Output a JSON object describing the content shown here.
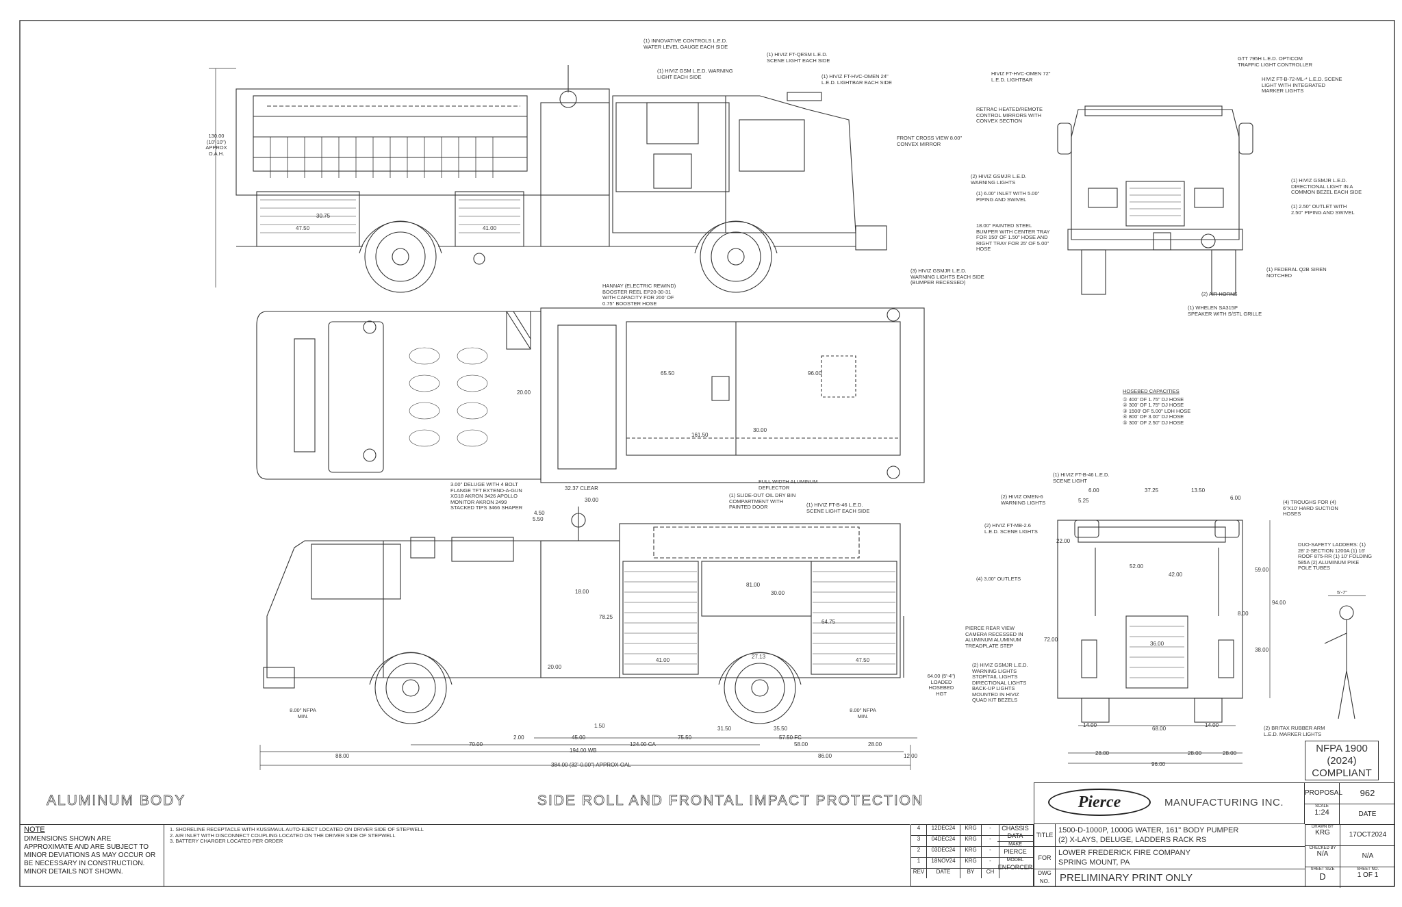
{
  "callouts": {
    "water_gauge": "(1) INNOVATIVE CONTROLS L.E.D. WATER LEVEL GAUGE EACH SIDE",
    "warning_gsm": "(1) HIVIZ GSM L.E.D. WARNING LIGHT EACH SIDE",
    "scene_light_qesm": "(1) HIVIZ FT-QESM L.E.D. SCENE LIGHT EACH SIDE",
    "lightbar_24": "(1) HIVIZ FT-HVC-OMEN 24\" L.E.D. LIGHTBAR EACH SIDE",
    "front_mirror": "FRONT CROSS VIEW 8.00\" CONVEX MIRROR",
    "bumper_lights": "(3) HIVIZ GSMJR L.E.D. WARNING LIGHTS EACH SIDE (BUMPER RECESSED)",
    "height_label": "130.00 (10'-10\") APPROX O.A.H.",
    "front_lightbar": "HIVIZ FT-HVC-OMEN 72\" L.E.D. LIGHTBAR",
    "opticom": "GTT 795H L.E.D. OPTICOM TRAFFIC LIGHT CONTROLLER",
    "marker_scene": "HIVIZ FT-B-72-ML-* L.E.D. SCENE LIGHT WITH INTEGRATED MARKER LIGHTS",
    "retrac_mirrors": "RETRAC HEATED/REMOTE CONTROL MIRRORS WITH CONVEX SECTION",
    "front_gsmjr": "(2) HIVIZ GSMJR L.E.D. WARNING LIGHTS",
    "inlet_600": "(1) 6.00\" INLET WITH 5.00\" PIPING AND SWIVEL",
    "bumper_tray": "18.00\" PAINTED STEEL BUMPER WITH CENTER TRAY FOR 150' OF 1.50\" HOSE AND RIGHT TRAY FOR 25' OF 5.00\" HOSE",
    "directional": "(1) HIVIZ GSMJR L.E.D. DIRECTIONAL LIGHT IN A COMMON BEZEL EACH SIDE",
    "outlet_250": "(1) 2.50\" OUTLET WITH 2.50\" PIPING AND SWIVEL",
    "siren": "(1) FEDERAL Q2B SIREN NOTCHED",
    "air_horns": "(2) AIR HORNS",
    "speaker": "(1) WHELEN SA315P SPEAKER WITH S/STL GRILLE",
    "booster_reel": "HANNAY (ELECTRIC REWIND) BOOSTER REEL EP20-30-31 WITH CAPACITY FOR 200' OF 0.75\" BOOSTER HOSE",
    "deluge": "3.00\" DELUGE WITH 4 BOLT FLANGE TFT EXTEND-A-GUN XG18 AKRON 3426 APOLLO MONITOR AKRON 2499 STACKED TIPS 3466 SHAPER",
    "deflector": "FULL WIDTH ALUMINUM DEFLECTOR",
    "slide_out": "(1) SLIDE-OUT OIL DRY BIN COMPARTMENT WITH PAINTED DOOR",
    "scene_b46_side": "(1) HIVIZ FT-B-46 L.E.D. SCENE LIGHT EACH SIDE",
    "scene_b46_rear": "(1) HIVIZ FT-B-46 L.E.D. SCENE LIGHT",
    "omen6": "(2) HIVIZ OMEN-6 WARNING LIGHTS",
    "mb26": "(2) HIVIZ FT-MB-2.6 L.E.D. SCENE LIGHTS",
    "outlets_300": "(4) 3.00\" OUTLETS",
    "camera": "PIERCE REAR VIEW CAMERA RECESSED IN ALUMINUM ALUMINUM TREADPLATE STEP",
    "rear_lights": "(2) HIVIZ GSMJR L.E.D. WARNING LIGHTS STOP/TAIL LIGHTS DIRECTIONAL LIGHTS BACK-UP LIGHTS MOUNTED IN HIVIZ QUAD KIT BEZELS",
    "troughs": "(4) TROUGHS FOR (4) 6\"X10' HARD SUCTION HOSES",
    "ladders": "DUO-SAFETY LADDERS: (1) 28' 2-SECTION 1200A (1) 16' ROOF 875-RR (1) 10' FOLDING 585A (2) ALUMINUM PIKE POLE TUBES",
    "britax": "(2) BRITAX RUBBER ARM L.E.D. MARKER LIGHTS",
    "nfpa_min": "8.00\" NFPA MIN.",
    "hosebed_hgt": "64.00 (5'-4\") LOADED HOSEBED HGT",
    "person_height": "5'-7\""
  },
  "hosebed": {
    "title": "HOSEBED CAPACITIES",
    "items": [
      "400' OF 1.75\" DJ HOSE",
      "300' OF 1.75\" DJ HOSE",
      "1500' OF 5.00\" LDH HOSE",
      "800' OF 3.00\" DJ HOSE",
      "300' OF 2.50\" DJ HOSE"
    ]
  },
  "dimensions": {
    "bottom_chain": [
      "88.00",
      "70.00",
      "2.00",
      "45.00",
      "75.50",
      "31.50",
      "35.50",
      "58.00",
      "28.00",
      "12.00",
      "1.50"
    ],
    "wb": "194.00 WB",
    "ca": "124.00 CA",
    "fc": "57.50 FC",
    "bumper_side": "86.00",
    "overall": "384.00 (32'-0.00\") APPROX OAL",
    "top_view": [
      "65.50",
      "96.00",
      "161.50",
      "30.00",
      "32.37 CLEAR",
      "20.00"
    ],
    "side_top": [
      "30.75",
      "47.50",
      "41.00"
    ],
    "street_side": [
      "4.50",
      "5.50",
      "81.00",
      "30.00",
      "18.00",
      "78.25",
      "64.75",
      "41.00",
      "27.13",
      "47.50",
      "20.00"
    ],
    "rear": [
      "6.00",
      "5.25",
      "37.25",
      "13.50",
      "6.00",
      "22.00",
      "52.00",
      "42.00",
      "59.00",
      "94.00",
      "72.00",
      "38.00",
      "8.00",
      "36.00",
      "14.00",
      "68.00",
      "14.00",
      "28.00",
      "28.00",
      "96.00",
      "28.00"
    ]
  },
  "headings": {
    "aluminum_body": "ALUMINUM BODY",
    "protection": "SIDE ROLL AND FRONTAL IMPACT PROTECTION"
  },
  "nfpa_box": "NFPA 1900 (2024) COMPLIANT",
  "notes": {
    "label": "NOTE",
    "main": "DIMENSIONS SHOWN ARE APPROXIMATE AND ARE SUBJECT TO MINOR DEVIATIONS AS MAY OCCUR OR BE NECESSARY IN CONSTRUCTION. MINOR DETAILS NOT SHOWN.",
    "list": [
      "1. SHORELINE RECEPTACLE WITH KUSSMAUL AUTO-EJECT LOCATED ON DRIVER SIDE OF STEPWELL",
      "2. AIR INLET WITH DISCONNECT COUPLING LOCATED ON THE DRIVER SIDE OF STEPWELL",
      "3. BATTERY CHARGER LOCATED PER ORDER"
    ]
  },
  "revisions": [
    {
      "rev": "4",
      "date": "12DEC24",
      "by": "KRG",
      "ch": "-"
    },
    {
      "rev": "3",
      "date": "04DEC24",
      "by": "KRG",
      "ch": "-"
    },
    {
      "rev": "2",
      "date": "03DEC24",
      "by": "KRG",
      "ch": "-"
    },
    {
      "rev": "1",
      "date": "18NOV24",
      "by": "KRG",
      "ch": "-"
    }
  ],
  "rev_headers": {
    "rev": "REV",
    "date": "DATE",
    "by": "BY",
    "ch": "CH"
  },
  "title_block": {
    "logo": "Pierce",
    "company": "MANUFACTURING INC.",
    "chassis_label": "CHASSIS DATA",
    "make_label": "MAKE",
    "make": "PIERCE",
    "model_label": "MODEL",
    "model": "ENFORCER",
    "title_label": "TITLE",
    "title_line1": "1500-D-1000P, 1000G WATER, 161\" BODY PUMPER",
    "title_line2": "(2) X-LAYS, DELUGE, LADDERS RACK RS",
    "for_label": "FOR",
    "for_line1": "LOWER FREDERICK FIRE COMPANY",
    "for_line2": "SPRING MOUNT, PA",
    "dwg_label": "DWG NO.",
    "dwg": "PRELIMINARY PRINT ONLY",
    "proposal_label": "PROPOSAL",
    "proposal": "962",
    "scale_label": "SCALE",
    "scale": "1:24",
    "date_label": "DATE",
    "drawn_label": "DRAWN BY",
    "drawn_by": "KRG",
    "drawn_date": "17OCT2024",
    "checked_label": "CHECKED BY",
    "checked_by": "N/A",
    "checked_date": "N/A",
    "sheet_size_label": "SHEET SIZE",
    "sheet_size": "D",
    "sheet_no_label": "SHEET NO.",
    "sheet_no": "1 OF 1"
  }
}
